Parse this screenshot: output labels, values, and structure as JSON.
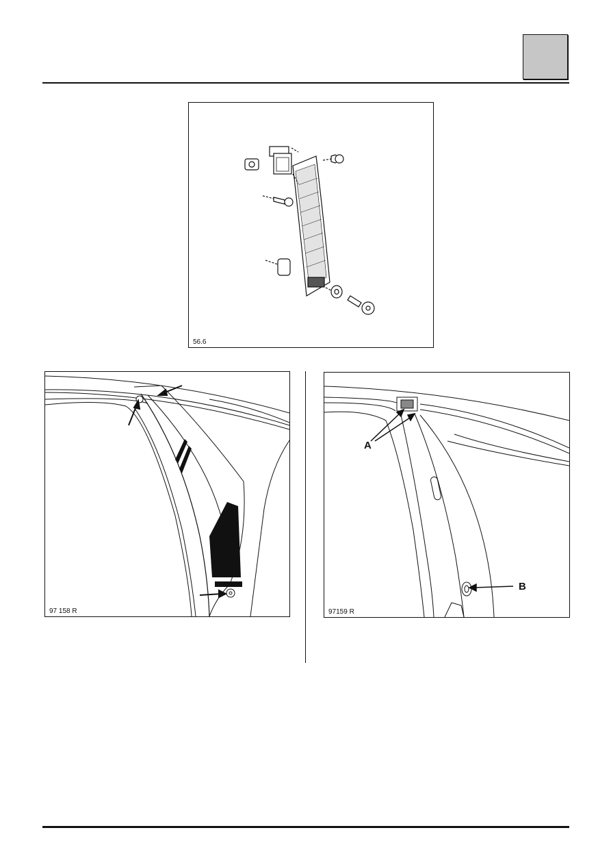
{
  "figures": {
    "top": {
      "caption": "56.6"
    },
    "left": {
      "caption": "97 158 R"
    },
    "right": {
      "caption": "97159 R",
      "label_a": "A",
      "label_b": "B"
    }
  },
  "colors": {
    "ink": "#111111",
    "tab_fill": "#c6c6c6",
    "paper": "#ffffff"
  }
}
